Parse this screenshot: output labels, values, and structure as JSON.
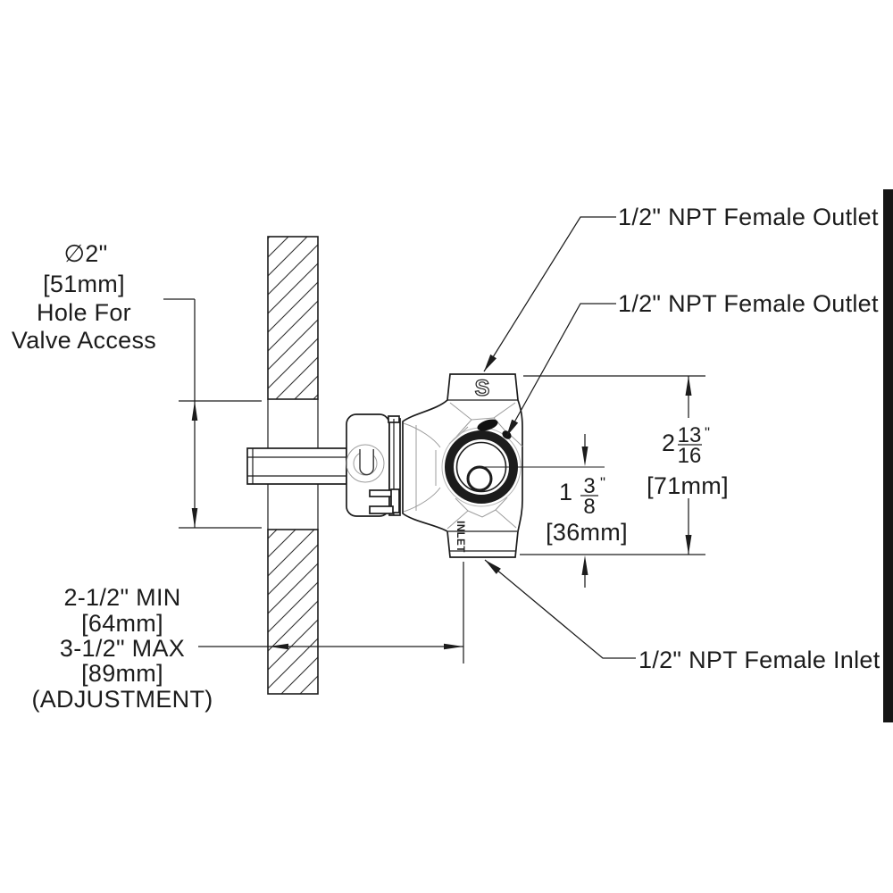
{
  "drawing": {
    "callouts": {
      "outlet_top": "1/2\" NPT Female Outlet",
      "outlet_mid": "1/2\" NPT Female Outlet",
      "inlet": "1/2\" NPT Female Inlet"
    },
    "hole_note": {
      "line1": "∅2\"",
      "line2": "[51mm]",
      "line3": "Hole For",
      "line4": "Valve Access"
    },
    "adjustment_note": {
      "line1": "2-1/2\" MIN",
      "line2": "[64mm]",
      "line3": "3-1/2\" MAX",
      "line4": "[89mm]",
      "line5": "(ADJUSTMENT)"
    },
    "dim_valve_height": {
      "whole": "2",
      "numerator": "13",
      "denominator": "16",
      "unit": "\"",
      "metric": "[71mm]"
    },
    "dim_inlet_to_center": {
      "whole": "1",
      "numerator": "3",
      "denominator": "8",
      "unit": "\"",
      "metric": "[36mm]"
    },
    "valve_markings": {
      "top_port": "S",
      "bottom_port": "INLET"
    },
    "colors": {
      "line": "#1c1c1c",
      "web_lines": "#9c9c9c",
      "faint_circle": "#b5b5b5",
      "background": "#ffffff",
      "edge_bar": "#151515"
    }
  }
}
